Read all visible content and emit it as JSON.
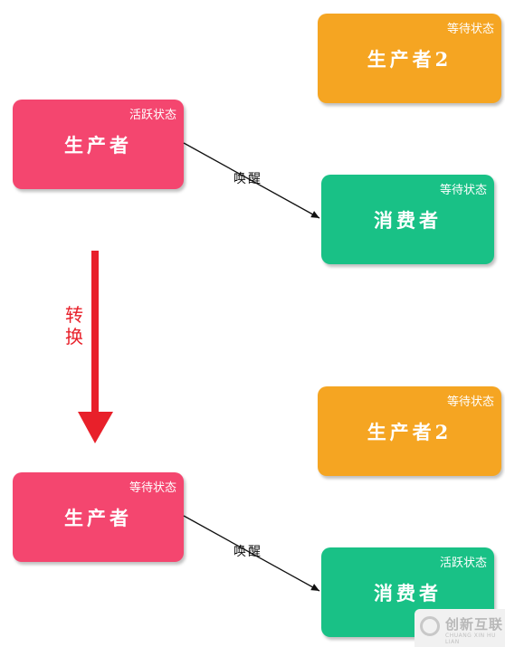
{
  "top": {
    "producer2": {
      "state": "等待状态",
      "label": "生产者2"
    },
    "producer": {
      "state": "活跃状态",
      "label": "生产者"
    },
    "consumer": {
      "state": "等待状态",
      "label": "消费者"
    },
    "wake_label": "唤醒"
  },
  "switch_label": "转换",
  "bottom": {
    "producer2": {
      "state": "等待状态",
      "label": "生产者2"
    },
    "producer": {
      "state": "等待状态",
      "label": "生产者"
    },
    "consumer": {
      "state": "活跃状态",
      "label": "消费者"
    },
    "wake_label": "唤醒"
  },
  "watermark": {
    "text": "创新互联",
    "sub": "CHUANG XIN HU LIAN"
  },
  "colors": {
    "producer": "#f4466f",
    "producer2": "#f5a522",
    "consumer": "#19c186",
    "switch_arrow": "#e8202a"
  }
}
